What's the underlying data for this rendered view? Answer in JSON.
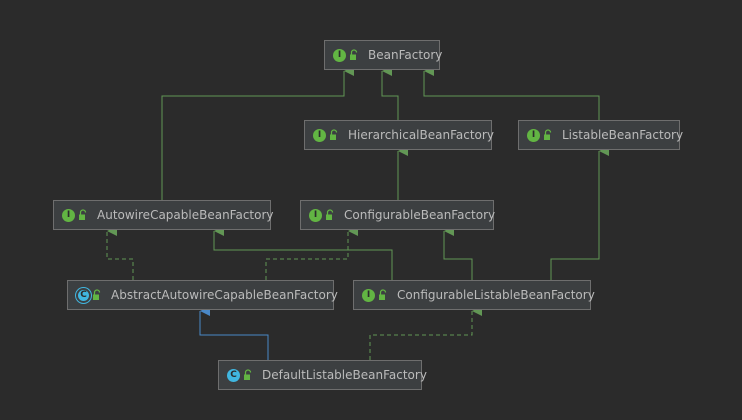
{
  "nodes": {
    "bean_factory": {
      "label": "BeanFactory",
      "kind": "interface",
      "badge": "I"
    },
    "hierarchical_bean_factory": {
      "label": "HierarchicalBeanFactory",
      "kind": "interface",
      "badge": "I"
    },
    "listable_bean_factory": {
      "label": "ListableBeanFactory",
      "kind": "interface",
      "badge": "I"
    },
    "autowire_capable_bean_factory": {
      "label": "AutowireCapableBeanFactory",
      "kind": "interface",
      "badge": "I"
    },
    "configurable_bean_factory": {
      "label": "ConfigurableBeanFactory",
      "kind": "interface",
      "badge": "I"
    },
    "abstract_autowire_capable_bean_factory": {
      "label": "AbstractAutowireCapableBeanFactory",
      "kind": "abstract-class",
      "badge": "C"
    },
    "configurable_listable_bean_factory": {
      "label": "ConfigurableListableBeanFactory",
      "kind": "interface",
      "badge": "I"
    },
    "default_listable_bean_factory": {
      "label": "DefaultListableBeanFactory",
      "kind": "class",
      "badge": "C"
    }
  },
  "edges": [
    {
      "from": "hierarchical_bean_factory",
      "to": "bean_factory",
      "type": "extends"
    },
    {
      "from": "listable_bean_factory",
      "to": "bean_factory",
      "type": "extends"
    },
    {
      "from": "autowire_capable_bean_factory",
      "to": "bean_factory",
      "type": "extends"
    },
    {
      "from": "configurable_bean_factory",
      "to": "hierarchical_bean_factory",
      "type": "extends"
    },
    {
      "from": "abstract_autowire_capable_bean_factory",
      "to": "autowire_capable_bean_factory",
      "type": "implements"
    },
    {
      "from": "abstract_autowire_capable_bean_factory",
      "to": "configurable_bean_factory",
      "type": "implements"
    },
    {
      "from": "configurable_listable_bean_factory",
      "to": "autowire_capable_bean_factory",
      "type": "extends"
    },
    {
      "from": "configurable_listable_bean_factory",
      "to": "configurable_bean_factory",
      "type": "extends"
    },
    {
      "from": "configurable_listable_bean_factory",
      "to": "listable_bean_factory",
      "type": "extends"
    },
    {
      "from": "default_listable_bean_factory",
      "to": "abstract_autowire_capable_bean_factory",
      "type": "class-extends"
    },
    {
      "from": "default_listable_bean_factory",
      "to": "configurable_listable_bean_factory",
      "type": "implements"
    }
  ],
  "colors": {
    "interface_extends": "#629755",
    "class_extends": "#4a88c7",
    "node_border": "#6e6e6e"
  }
}
